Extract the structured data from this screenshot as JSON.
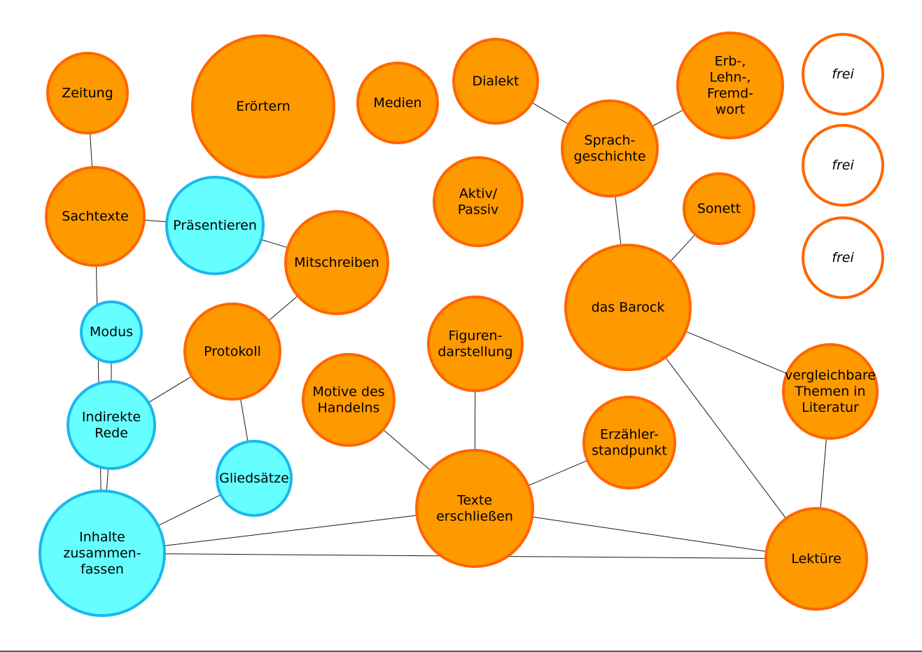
{
  "colors": {
    "orange_fill": "#ff9900",
    "orange_stroke": "#ff6600",
    "cyan_fill": "#66ffff",
    "cyan_stroke": "#1ab8ee",
    "free_fill": "#ffffff",
    "edge": "#1a1a1a"
  },
  "nodes": [
    {
      "id": "zeitung",
      "type": "orange",
      "lines": [
        "Zeitung"
      ]
    },
    {
      "id": "eroertern",
      "type": "orange",
      "lines": [
        "Erörtern"
      ]
    },
    {
      "id": "medien",
      "type": "orange",
      "lines": [
        "Medien"
      ]
    },
    {
      "id": "dialekt",
      "type": "orange",
      "lines": [
        "Dialekt"
      ]
    },
    {
      "id": "erb-lehn-fremdwort",
      "type": "orange",
      "lines": [
        "Erb-,",
        "Lehn-,",
        "Fremd-",
        "wort"
      ]
    },
    {
      "id": "frei-1",
      "type": "free",
      "lines": [
        "frei"
      ]
    },
    {
      "id": "frei-2",
      "type": "free",
      "lines": [
        "frei"
      ]
    },
    {
      "id": "frei-3",
      "type": "free",
      "lines": [
        "frei"
      ]
    },
    {
      "id": "sprachgeschichte",
      "type": "orange",
      "lines": [
        "Sprach-",
        "geschichte"
      ]
    },
    {
      "id": "sachtexte",
      "type": "orange",
      "lines": [
        "Sachtexte"
      ]
    },
    {
      "id": "praesentieren",
      "type": "cyan",
      "lines": [
        "Präsentieren"
      ]
    },
    {
      "id": "aktiv-passiv",
      "type": "orange",
      "lines": [
        "Aktiv/",
        "Passiv"
      ]
    },
    {
      "id": "sonett",
      "type": "orange",
      "lines": [
        "Sonett"
      ]
    },
    {
      "id": "mitschreiben",
      "type": "orange",
      "lines": [
        "Mitschreiben"
      ]
    },
    {
      "id": "das-barock",
      "type": "orange",
      "lines": [
        "das Barock"
      ]
    },
    {
      "id": "modus",
      "type": "cyan",
      "lines": [
        "Modus"
      ]
    },
    {
      "id": "protokoll",
      "type": "orange",
      "lines": [
        "Protokoll"
      ]
    },
    {
      "id": "figurendarstellung",
      "type": "orange",
      "lines": [
        "Figuren-",
        "darstellung"
      ]
    },
    {
      "id": "vergleichbare-themen",
      "type": "orange",
      "lines": [
        "vergleichbare",
        "Themen in",
        "Literatur"
      ]
    },
    {
      "id": "indirekte-rede",
      "type": "cyan",
      "lines": [
        "Indirekte",
        "Rede"
      ]
    },
    {
      "id": "motive-des-handelns",
      "type": "orange",
      "lines": [
        "Motive des",
        "Handelns"
      ]
    },
    {
      "id": "erzaehlerstandpunkt",
      "type": "orange",
      "lines": [
        "Erzähler-",
        "standpunkt"
      ]
    },
    {
      "id": "gliedsaetze",
      "type": "cyan",
      "lines": [
        "Gliedsätze"
      ]
    },
    {
      "id": "texte-erschliessen",
      "type": "orange",
      "lines": [
        "Texte",
        "erschließen"
      ]
    },
    {
      "id": "inhalte-zusammenfassen",
      "type": "cyan",
      "lines": [
        "Inhalte",
        "zusammen-",
        "fassen"
      ]
    },
    {
      "id": "lektuere",
      "type": "orange",
      "lines": [
        "Lektüre"
      ]
    }
  ],
  "edges": [
    [
      "zeitung",
      "sachtexte"
    ],
    [
      "sachtexte",
      "praesentieren"
    ],
    [
      "sachtexte",
      "inhalte-zusammenfassen"
    ],
    [
      "praesentieren",
      "mitschreiben"
    ],
    [
      "mitschreiben",
      "protokoll"
    ],
    [
      "protokoll",
      "indirekte-rede"
    ],
    [
      "protokoll",
      "gliedsaetze"
    ],
    [
      "modus",
      "indirekte-rede"
    ],
    [
      "indirekte-rede",
      "inhalte-zusammenfassen"
    ],
    [
      "gliedsaetze",
      "inhalte-zusammenfassen"
    ],
    [
      "inhalte-zusammenfassen",
      "texte-erschliessen"
    ],
    [
      "inhalte-zusammenfassen",
      "lektuere"
    ],
    [
      "motive-des-handelns",
      "texte-erschliessen"
    ],
    [
      "figurendarstellung",
      "texte-erschliessen"
    ],
    [
      "erzaehlerstandpunkt",
      "texte-erschliessen"
    ],
    [
      "texte-erschliessen",
      "lektuere"
    ],
    [
      "dialekt",
      "sprachgeschichte"
    ],
    [
      "erb-lehn-fremdwort",
      "sprachgeschichte"
    ],
    [
      "sprachgeschichte",
      "das-barock"
    ],
    [
      "sonett",
      "das-barock"
    ],
    [
      "das-barock",
      "vergleichbare-themen"
    ],
    [
      "das-barock",
      "lektuere"
    ],
    [
      "vergleichbare-themen",
      "lektuere"
    ]
  ]
}
